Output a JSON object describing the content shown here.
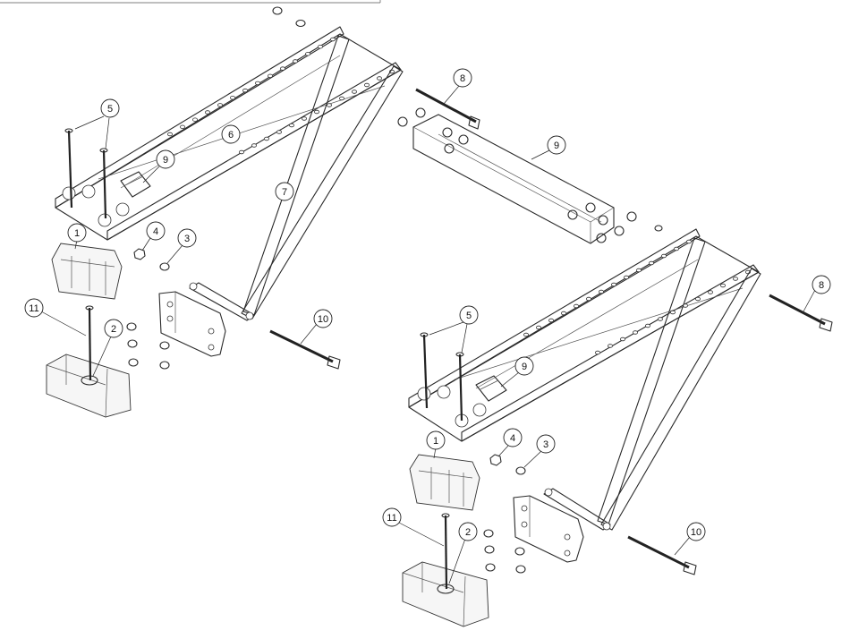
{
  "callouts_left": [
    "5",
    "6",
    "9",
    "7",
    "1",
    "4",
    "3",
    "11",
    "2",
    "10"
  ],
  "callouts_right": [
    "8",
    "9",
    "8",
    "5",
    "9",
    "4",
    "3",
    "1",
    "11",
    "2",
    "10"
  ],
  "colors": {
    "line": "#2a2a2a",
    "background": "#ffffff"
  }
}
